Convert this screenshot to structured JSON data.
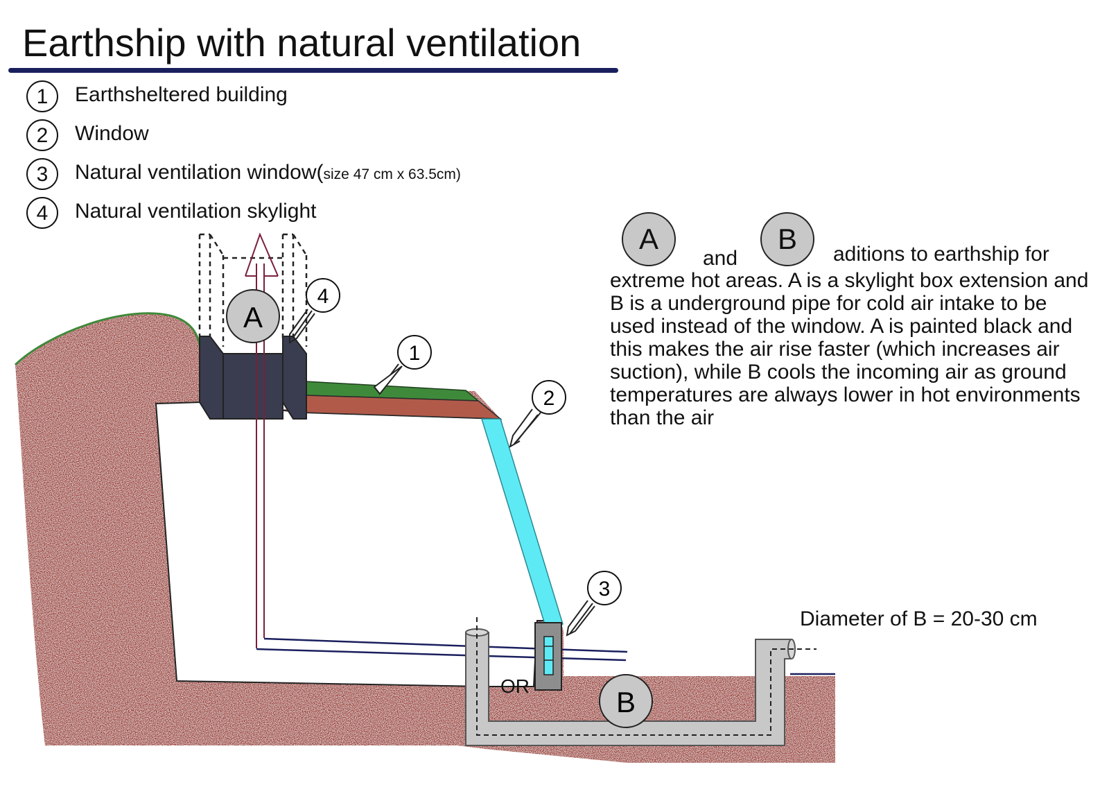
{
  "title": "Earthship with natural ventilation",
  "legend": [
    {
      "num": "1",
      "label": "Earthsheltered building",
      "note": ""
    },
    {
      "num": "2",
      "label": "Window",
      "note": ""
    },
    {
      "num": "3",
      "label": "Natural ventilation window(",
      "note": "size 47 cm x 63.5cm)"
    },
    {
      "num": "4",
      "label": "Natural ventilation skylight",
      "note": ""
    }
  ],
  "description": {
    "badge_a": "A",
    "connector": "and",
    "badge_b": "B",
    "lead": "aditions to earthship for",
    "body": "extreme hot areas. A is a skylight box extension and B is a underground pipe for cold air intake to be used instead of the window. A is painted black and this makes the air rise faster (which increases air suction), while B cools the incoming air as ground temperatures are always lower in hot environments than the air"
  },
  "diagram": {
    "callouts": [
      "1",
      "2",
      "3",
      "4"
    ],
    "skylight_box": "A",
    "pipe": "B",
    "or_label": "OR",
    "diameter_label": "Diameter of B  = 20-30 cm"
  },
  "colors": {
    "earth": "#9b2c1e",
    "grass": "#3f8a3a",
    "glass": "#5eeaf5",
    "skylight": "#3a3d4f",
    "pipe": "#c8c8c8",
    "air_arrow": "#7a1f3a",
    "air_line": "#1a1f5e",
    "title_rule": "#1a1f5e"
  }
}
